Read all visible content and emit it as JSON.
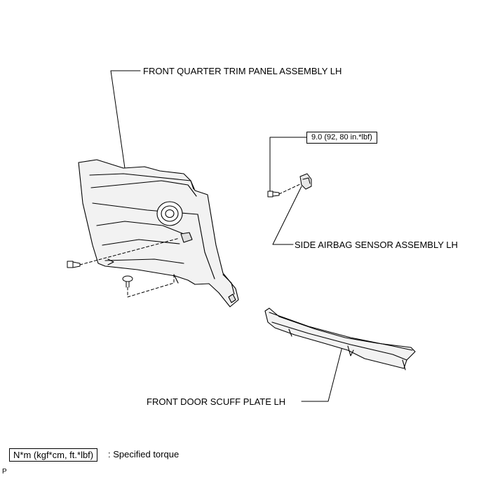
{
  "labels": {
    "quarter_trim_panel": "FRONT QUARTER TRIM PANEL ASSEMBLY LH",
    "airbag_sensor": "SIDE AIRBAG SENSOR ASSEMBLY LH",
    "scuff_plate": "FRONT DOOR SCUFF PLATE LH",
    "torque_value": "9.0 (92, 80 in.*lbf)"
  },
  "legend": {
    "unit_box": "N*m (kgf*cm, ft.*lbf)",
    "description": ": Specified torque"
  },
  "corner_code": "P"
}
